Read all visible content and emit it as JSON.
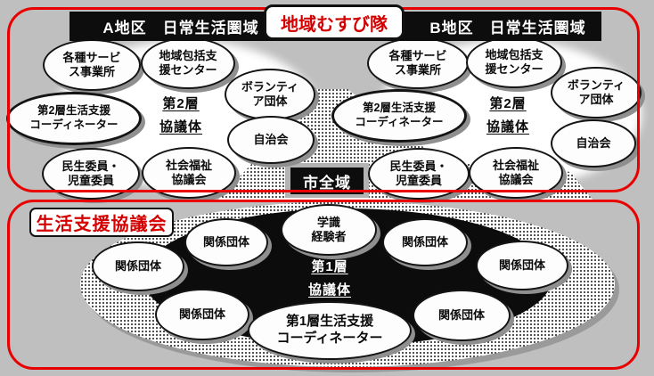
{
  "colors": {
    "frame_red": "#e80000",
    "badge_text_red": "#d40000",
    "header_black": "#0d0d0d",
    "background_gray": "#bfbfbf",
    "shadow_gray": "#8f8f8f"
  },
  "top": {
    "badge": "地域むすび隊",
    "district_a": {
      "header": "A地区　日常生活圏域",
      "tier": "第2層\n協議体",
      "nodes": [
        "各種サービ\nス事業所",
        "地域包括支\n援センター",
        "ボランティ\nア団体",
        "第2層生活支援\nコーディネーター",
        "自治会",
        "民生委員・\n児童委員",
        "社会福祉\n協議会"
      ]
    },
    "district_b": {
      "header": "B地区　日常生活圏域",
      "tier": "第2層\n協議体",
      "nodes": [
        "各種サービ\nス事業所",
        "地域包括支\n援センター",
        "ボランティ\nア団体",
        "第2層生活支援\nコーディネーター",
        "自治会",
        "民生委員・\n児童委員",
        "社会福祉\n協議会"
      ]
    }
  },
  "city": {
    "label": "市全域"
  },
  "bottom": {
    "badge": "生活支援協議会",
    "tier": "第1層\n協議体",
    "expert": "学識\n経験者",
    "coordinator": "第1層生活支援\nコーディネーター",
    "related": [
      "関係団体",
      "関係団体",
      "関係団体",
      "関係団体",
      "関係団体",
      "関係団体"
    ]
  }
}
